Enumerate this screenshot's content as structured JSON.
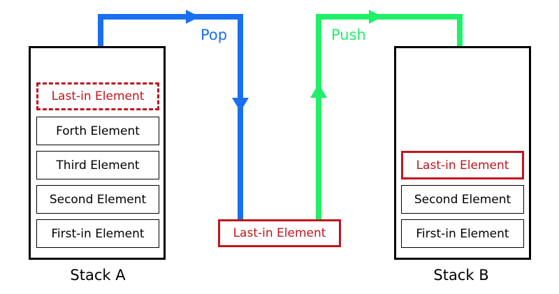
{
  "stack_a": {
    "label": "Stack A",
    "elements": [
      {
        "text": "Last-in Element",
        "style": "dashed"
      },
      {
        "text": "Forth Element",
        "style": "normal"
      },
      {
        "text": "Third Element",
        "style": "normal"
      },
      {
        "text": "Second Element",
        "style": "normal"
      },
      {
        "text": "First-in Element",
        "style": "normal"
      }
    ]
  },
  "middle": {
    "element": {
      "text": "Last-in Element",
      "style": "red"
    }
  },
  "stack_b": {
    "label": "Stack B",
    "elements": [
      {
        "text": "Last-in Element",
        "style": "red"
      },
      {
        "text": "Second Element",
        "style": "normal"
      },
      {
        "text": "First-in Element",
        "style": "normal"
      }
    ]
  },
  "operations": {
    "pop": {
      "label": "Pop",
      "color": "#1a6ff0"
    },
    "push": {
      "label": "Push",
      "color": "#20f068"
    }
  },
  "colors": {
    "highlight": "#c0141c",
    "outline": "#000000"
  }
}
